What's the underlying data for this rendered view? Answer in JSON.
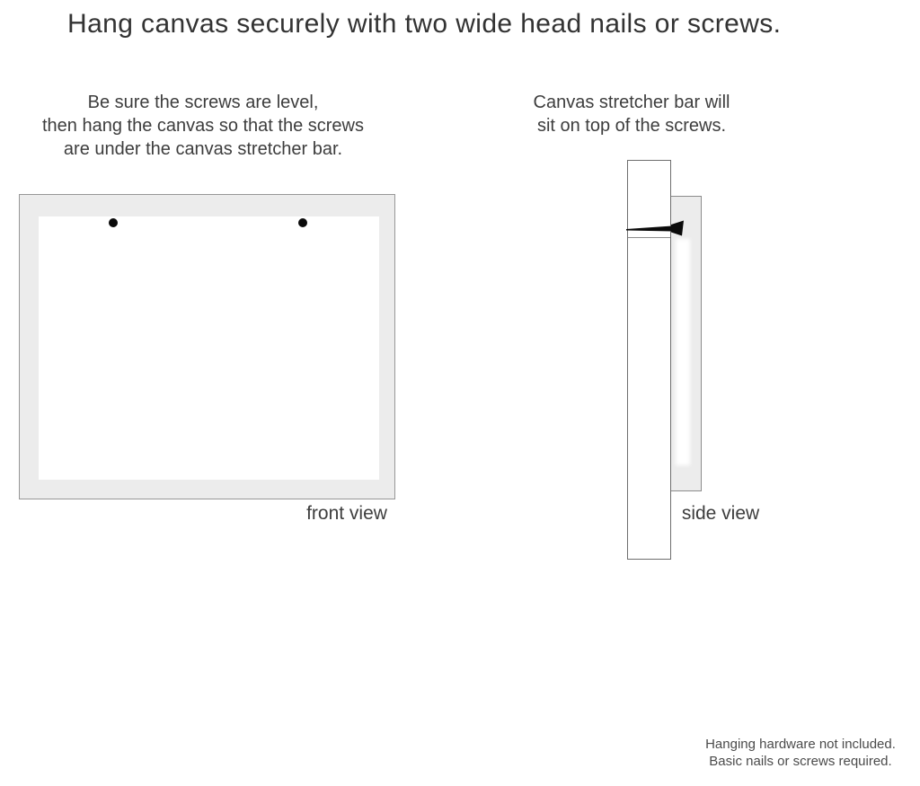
{
  "title": "Hang canvas securely with two wide head nails or screws.",
  "instructions": {
    "left": {
      "lines": [
        "Be sure the screws are level,",
        "then hang the canvas so that the screws",
        "are under the canvas stretcher bar."
      ]
    },
    "right": {
      "lines": [
        "Canvas stretcher bar will",
        "sit on top of the screws."
      ]
    }
  },
  "diagrams": {
    "front": {
      "label": "front view",
      "screw_count": 2
    },
    "side": {
      "label": "side view"
    }
  },
  "icons": {
    "screw_dot": "screw-head-dot",
    "nail": "wide-head-nail"
  },
  "footnote": {
    "lines": [
      "Hanging hardware not included.",
      "Basic nails or screws required."
    ]
  },
  "colors": {
    "text": "#3d3d3d",
    "title_text": "#333333",
    "footnote_text": "#4b4b4b",
    "page_bg": "#ffffff",
    "canvas_frame_fill": "#ececec",
    "frame_border": "#979797",
    "bar_border": "#6e6e6e",
    "side_frame_border": "#8c8c8c",
    "nail": "#0a0a0a"
  }
}
